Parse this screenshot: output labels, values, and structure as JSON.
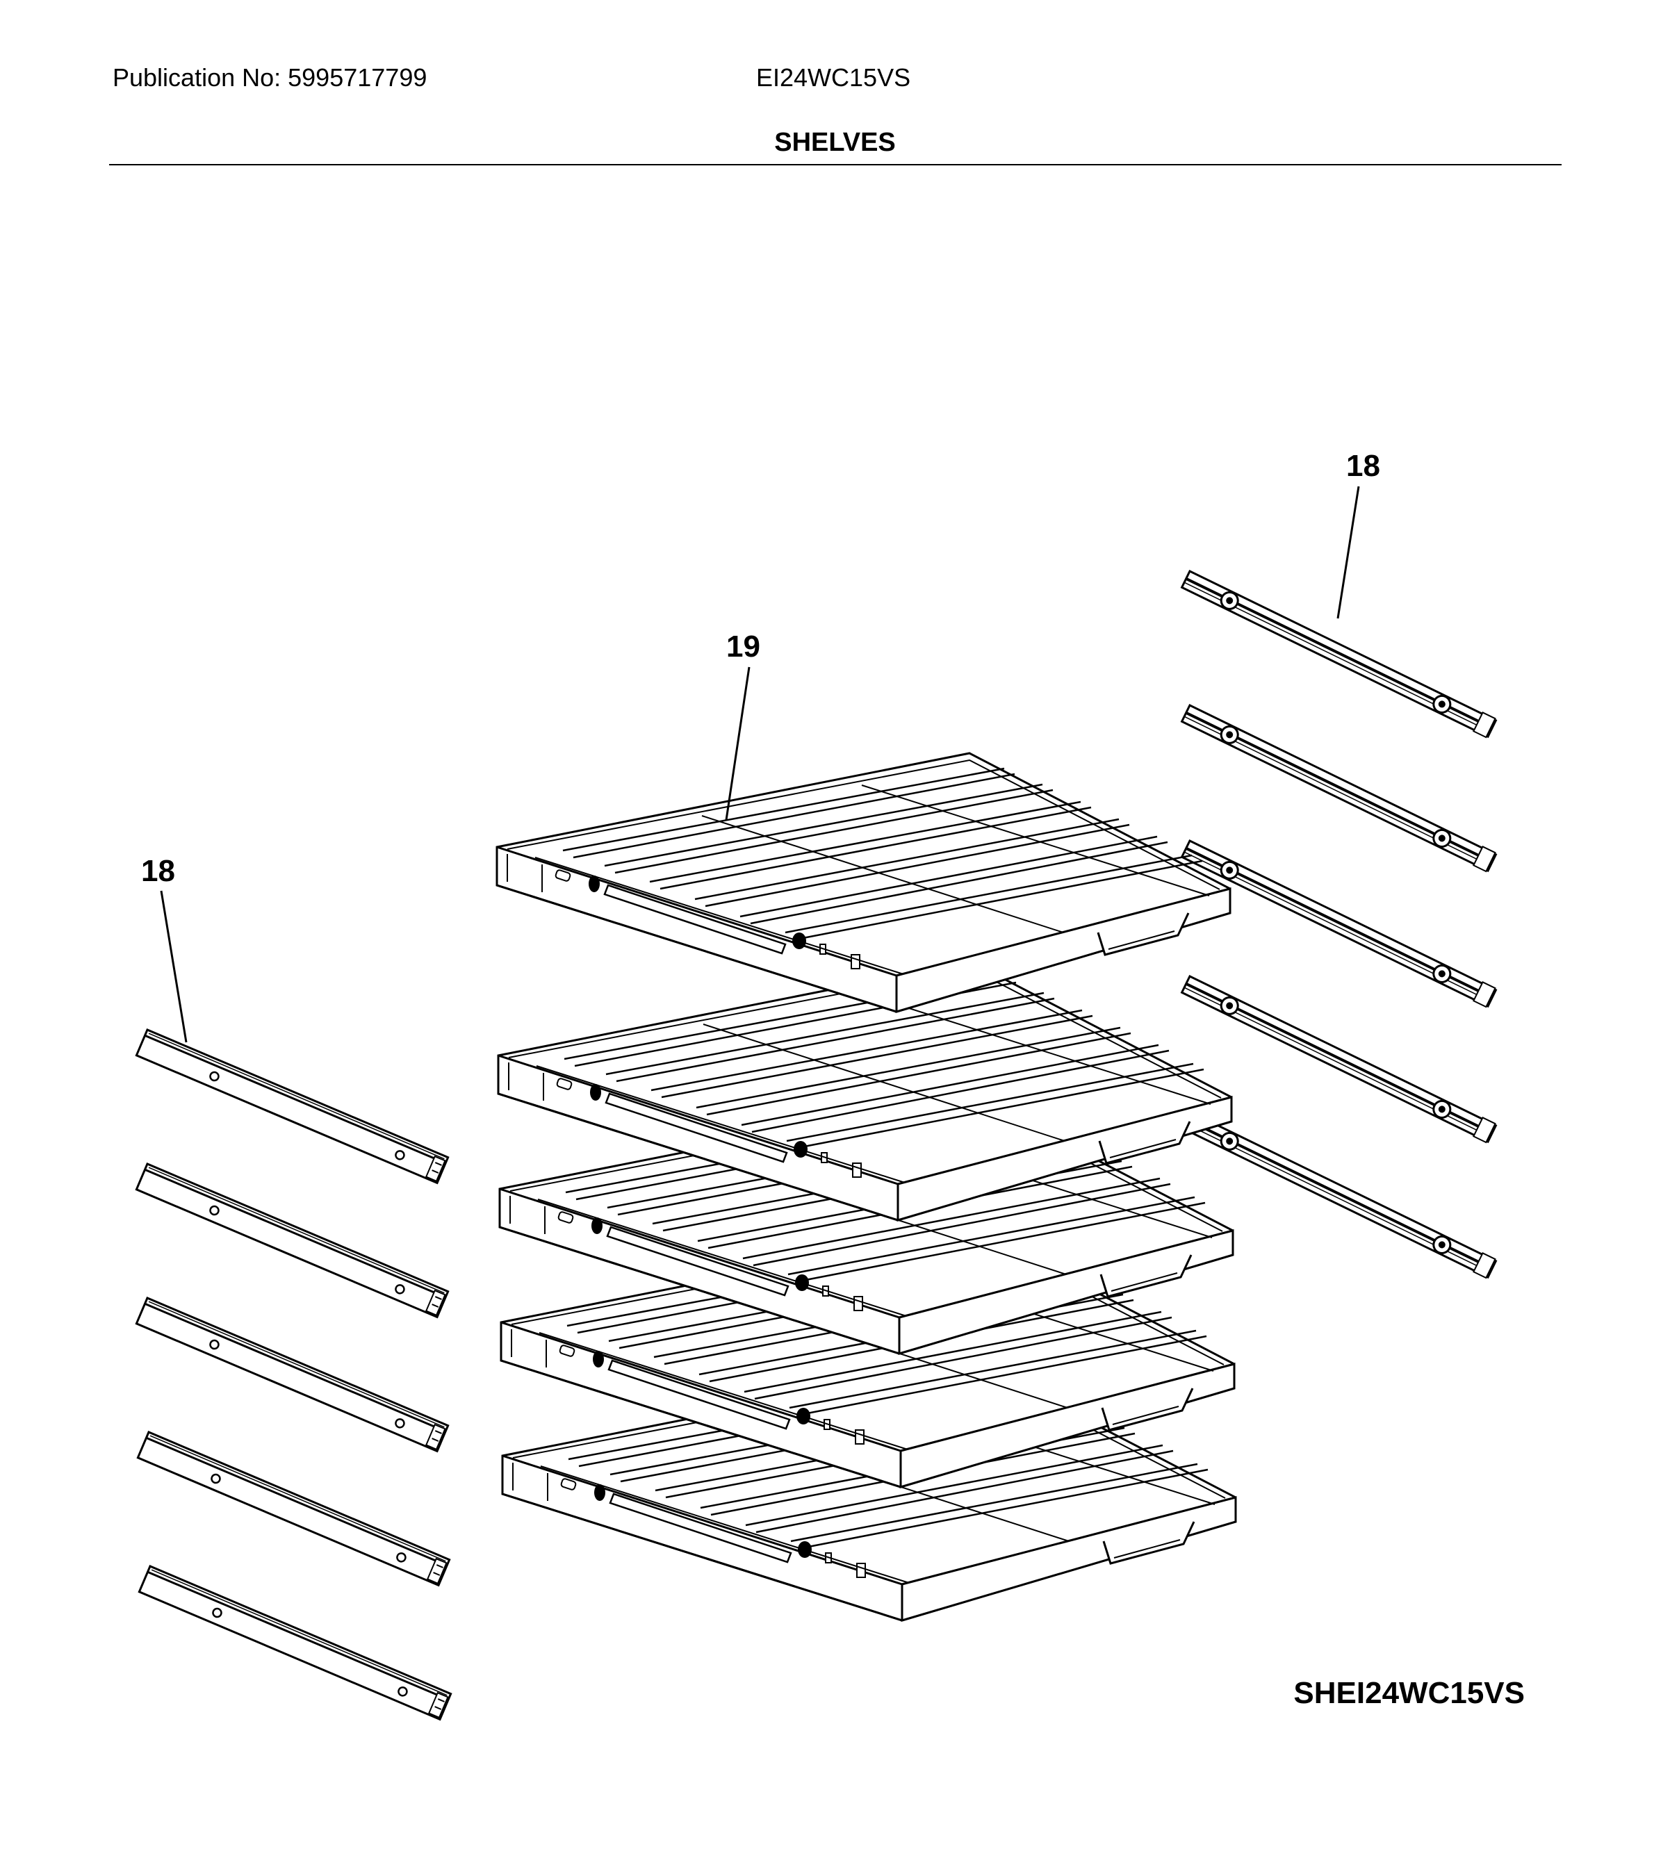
{
  "header": {
    "publication": "Publication No: 5995717799",
    "model": "EI24WC15VS",
    "section_title": "SHELVES"
  },
  "callouts": {
    "rail_right": "18",
    "shelf": "19",
    "rail_left": "18"
  },
  "diagram_code": "SHEI24WC15VS",
  "parts": {
    "shelf_count": 5,
    "left_rail_count": 5,
    "right_rail_count": 5
  }
}
